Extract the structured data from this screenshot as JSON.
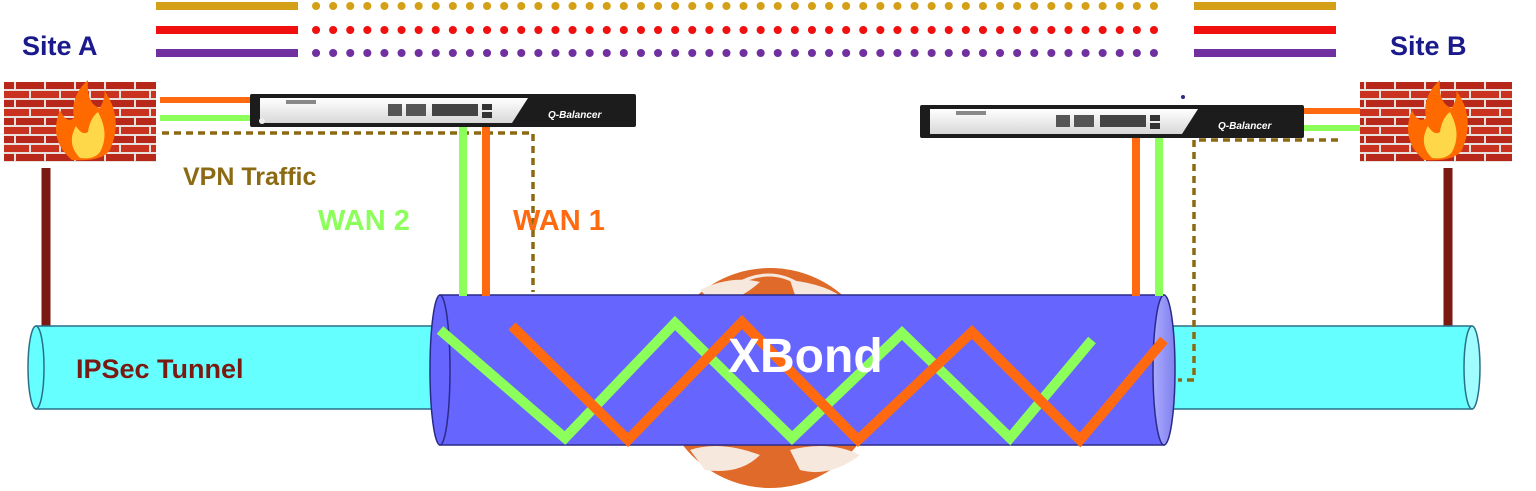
{
  "labels": {
    "site_a": "Site A",
    "site_b": "Site B",
    "vpn_traffic": "VPN Traffic",
    "wan2": "WAN 2",
    "wan1": "WAN 1",
    "ipsec_tunnel": "IPSec Tunnel",
    "xbond": "XBond",
    "device_brand": "Q-Balancer"
  },
  "colors": {
    "site_label": "#1a1a8c",
    "vpn_traffic": "#8c6a14",
    "wan1": "#ff6a10",
    "wan2": "#8cff5a",
    "ipsec_label": "#7a1a12",
    "tunnel_fill": "#66ffff",
    "xbond_fill": "#6666ff",
    "gold": "#d4a017",
    "red": "#f01010",
    "purple": "#7030a0",
    "post": "#7a1a12",
    "vpn_dash": "#8c6a14"
  },
  "icons": {
    "firewall": "firewall-icon",
    "appliance": "q-balancer-appliance-icon",
    "globe": "globe-icon"
  }
}
